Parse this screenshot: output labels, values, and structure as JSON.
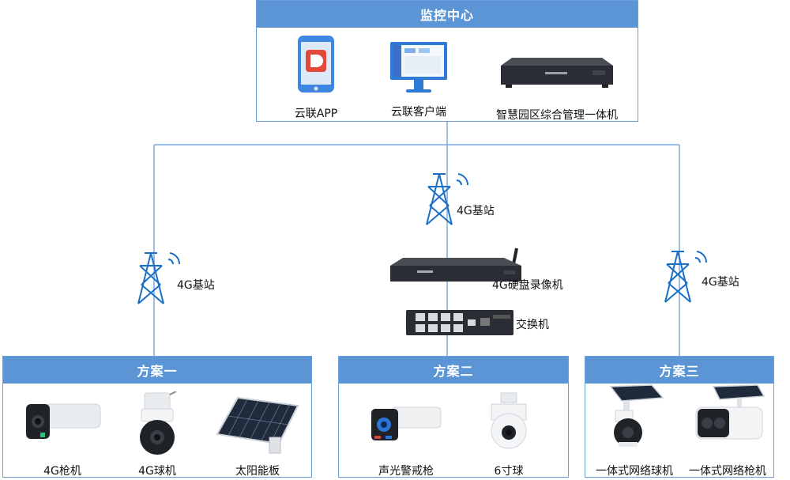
{
  "center": {
    "title": "监控中心",
    "items": [
      {
        "label": "云联APP",
        "icon": "mobile-app-icon"
      },
      {
        "label": "云联客户端",
        "icon": "desktop-monitor-icon"
      },
      {
        "label": "智慧园区综合管理一体机",
        "icon": "server-appliance-icon"
      }
    ]
  },
  "network": {
    "tower_left": "4G基站",
    "tower_center": "4G基站",
    "tower_right": "4G基站",
    "nvr": "4G硬盘录像机",
    "switch": "交换机"
  },
  "plans": [
    {
      "title": "方案一",
      "items": [
        {
          "label": "4G枪机",
          "icon": "bullet-camera-icon"
        },
        {
          "label": "4G球机",
          "icon": "speed-dome-camera-icon"
        },
        {
          "label": "太阳能板",
          "icon": "solar-panel-icon"
        }
      ]
    },
    {
      "title": "方案二",
      "items": [
        {
          "label": "声光警戒枪",
          "icon": "alarm-bullet-camera-icon"
        },
        {
          "label": "6寸球",
          "icon": "dome-ball-camera-icon"
        }
      ]
    },
    {
      "title": "方案三",
      "items": [
        {
          "label": "一体式网络球机",
          "icon": "solar-dome-camera-icon"
        },
        {
          "label": "一体式网络枪机",
          "icon": "solar-bullet-camera-icon"
        }
      ]
    }
  ],
  "colors": {
    "accent": "#5b95d5",
    "line": "#7aabdf",
    "device": "#2a2d33"
  }
}
